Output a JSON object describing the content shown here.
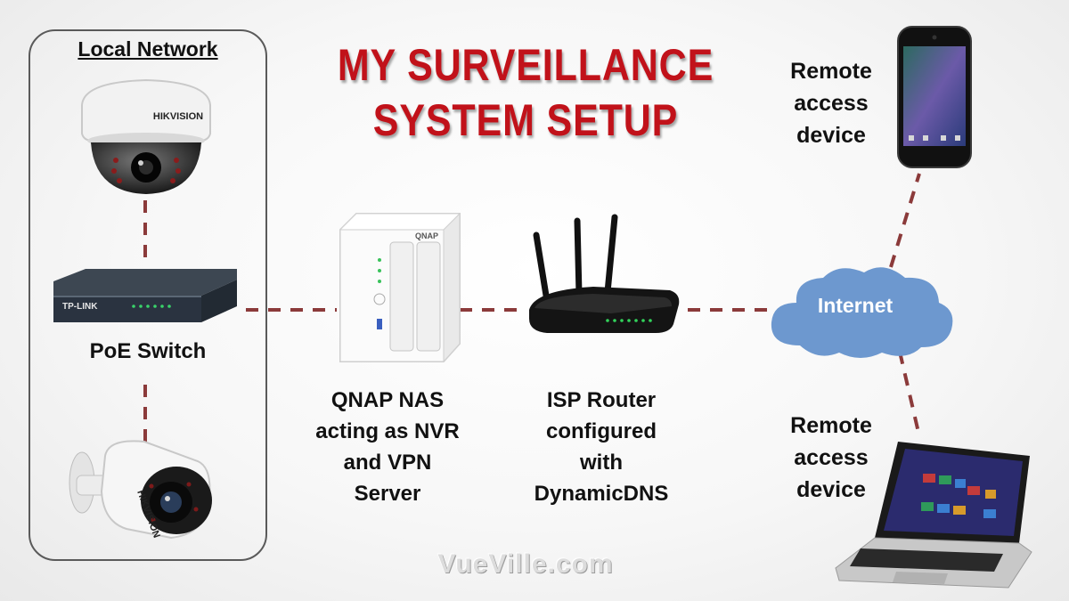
{
  "title": {
    "line1": "MY SURVEILLANCE",
    "line2": "SYSTEM SETUP"
  },
  "local_network": {
    "label": "Local Network"
  },
  "poe_switch": {
    "label": "PoE Switch",
    "brand": "TP-LINK"
  },
  "dome_camera": {
    "brand": "HIKVISION"
  },
  "bullet_camera": {
    "brand": "HIKVISION"
  },
  "nas": {
    "brand": "QNAP",
    "label_lines": [
      "QNAP NAS",
      "acting as NVR",
      "and VPN",
      "Server"
    ]
  },
  "router": {
    "label_lines": [
      "ISP Router",
      "configured",
      "with",
      "DynamicDNS"
    ]
  },
  "internet": {
    "label": "Internet"
  },
  "remote_phone": {
    "label_lines": [
      "Remote",
      "access",
      "device"
    ]
  },
  "remote_laptop": {
    "label_lines": [
      "Remote",
      "access",
      "device"
    ]
  },
  "watermark": "VueVille.com",
  "colors": {
    "title": "#c1121a",
    "connector": "#8b3a3a",
    "cloud": "#6d98cf",
    "text": "#111111"
  }
}
